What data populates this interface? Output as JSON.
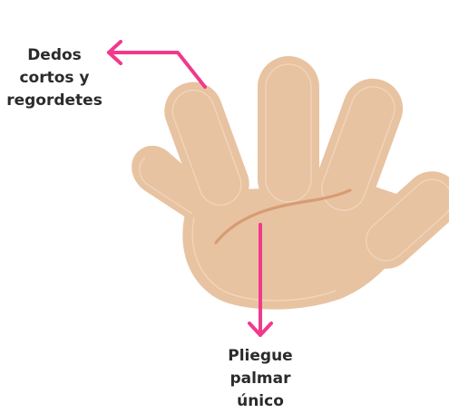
{
  "labels": {
    "short_fingers": [
      "Dedos",
      "cortos y",
      "regordetes"
    ],
    "palmar_crease": [
      "Pliegue",
      "palmar",
      "único"
    ]
  },
  "colors": {
    "skin": "#e8c3a1",
    "skin_outline": "#f3d9c1",
    "crease": "#d79c74",
    "arrow": "#f03a8c",
    "text": "#2b2b2b"
  }
}
